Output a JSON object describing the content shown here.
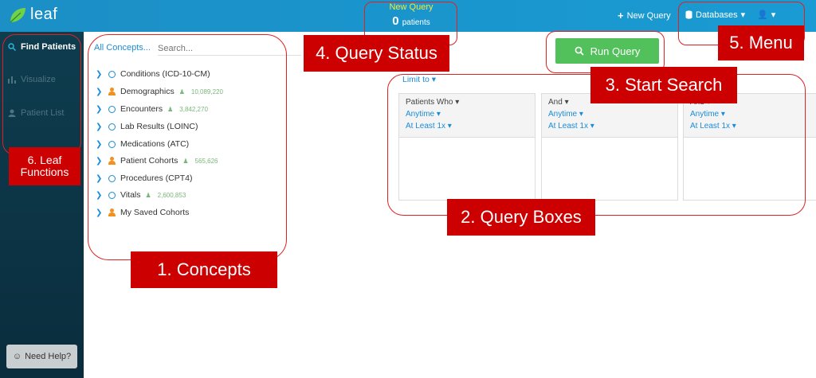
{
  "app": {
    "title": "leaf"
  },
  "query_status": {
    "title": "New Query",
    "count": "0",
    "unit": "patients"
  },
  "header": {
    "new_query_label": "New Query",
    "databases_label": "Databases"
  },
  "sidebar": {
    "items": [
      {
        "label": "Find Patients",
        "icon": "search-icon",
        "active": true
      },
      {
        "label": "Visualize",
        "icon": "bar-chart-icon",
        "active": false
      },
      {
        "label": "Patient List",
        "icon": "user-icon",
        "active": false
      }
    ],
    "help_label": "Need Help?"
  },
  "concepts": {
    "all_label": "All Concepts...",
    "search_placeholder": "Search...",
    "items": [
      {
        "label": "Conditions (ICD-10-CM)",
        "icon": "clock-icon",
        "count": ""
      },
      {
        "label": "Demographics",
        "icon": "person-icon",
        "count": "10,089,220"
      },
      {
        "label": "Encounters",
        "icon": "clock-icon",
        "count": "3,842,270"
      },
      {
        "label": "Lab Results (LOINC)",
        "icon": "clock-icon",
        "count": ""
      },
      {
        "label": "Medications (ATC)",
        "icon": "clock-icon",
        "count": ""
      },
      {
        "label": "Patient Cohorts",
        "icon": "person-icon",
        "count": "565,626"
      },
      {
        "label": "Procedures (CPT4)",
        "icon": "clock-icon",
        "count": ""
      },
      {
        "label": "Vitals",
        "icon": "clock-icon",
        "count": "2,600,853"
      },
      {
        "label": "My Saved Cohorts",
        "icon": "person-icon",
        "count": ""
      }
    ]
  },
  "query": {
    "run_label": "Run Query",
    "limit_label": "Limit to",
    "boxes": [
      {
        "head": "Patients Who",
        "time": "Anytime",
        "freq": "At Least 1x"
      },
      {
        "head": "And",
        "time": "Anytime",
        "freq": "At Least 1x"
      },
      {
        "head": "And",
        "time": "Anytime",
        "freq": "At Least 1x"
      }
    ]
  },
  "annotations": {
    "concepts": "1. Concepts",
    "query_boxes": "2. Query Boxes",
    "start_search": "3. Start Search",
    "query_status": "4. Query Status",
    "menu": "5. Menu",
    "leaf_functions": "6. Leaf Functions"
  },
  "colors": {
    "topbar": "#1a9bd3",
    "sidebar": "#0e3d4f",
    "run_button": "#52c15b",
    "annotation": "#cc0000",
    "status_title": "#f2e93a"
  }
}
